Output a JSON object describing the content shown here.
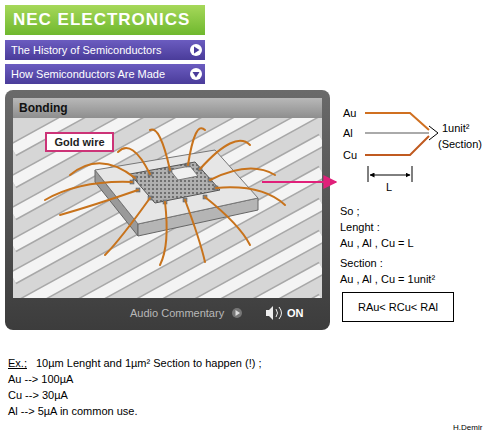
{
  "diagram": {
    "nodes": [
      {
        "text": [
          "NEC ELECTRONICS"
        ]
      },
      {
        "text": [
          "The History of Semiconductors"
        ]
      },
      {
        "text": [
          "How Semiconductors Are Made"
        ]
      },
      {
        "text": [
          "Audio Commentary",
          "ON"
        ]
      },
      {
        "text": [
          "Bonding"
        ],
        "in": 3
      },
      {
        "text": [
          "Gold wire"
        ],
        "in": 4
      },
      {
        "text": [
          "RAu< RCu< RAl"
        ]
      }
    ],
    "labels": [
      "Au",
      "Al",
      "Cu",
      "1unit²",
      "(Section)",
      "L",
      "So ;",
      "Lenght :",
      "Au , Al , Cu = L",
      "Section :",
      "Au , Al , Cu = 1unit²",
      "Ex.;",
      "10µm Lenght and 1µm² Section to happen (!) ;",
      "Au --> 100µA",
      "Cu --> 30µA",
      "Al --> 5µA in common use.",
      "H.Demir"
    ]
  }
}
